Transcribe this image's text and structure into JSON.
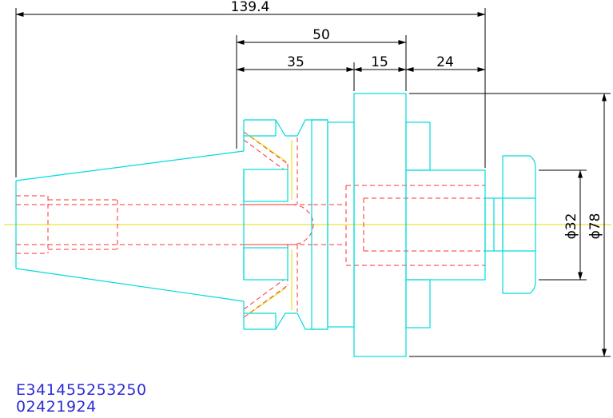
{
  "dimensions": {
    "overall_length": "139.4",
    "flange_to_end": "50",
    "taper_section": "35",
    "flange_width": "15",
    "collet_length": "24",
    "nose_diameter": "ϕ32",
    "flange_diameter": "ϕ78"
  },
  "part_codes": {
    "order_number": "E341455253250",
    "reference_number": "02421924"
  },
  "colors": {
    "outline": "#00dcdc",
    "hidden_lines": "#ff3030",
    "center_line": "#e0e000",
    "dimension_lines": "#000000",
    "part_code_text": "#2b2bd6"
  }
}
